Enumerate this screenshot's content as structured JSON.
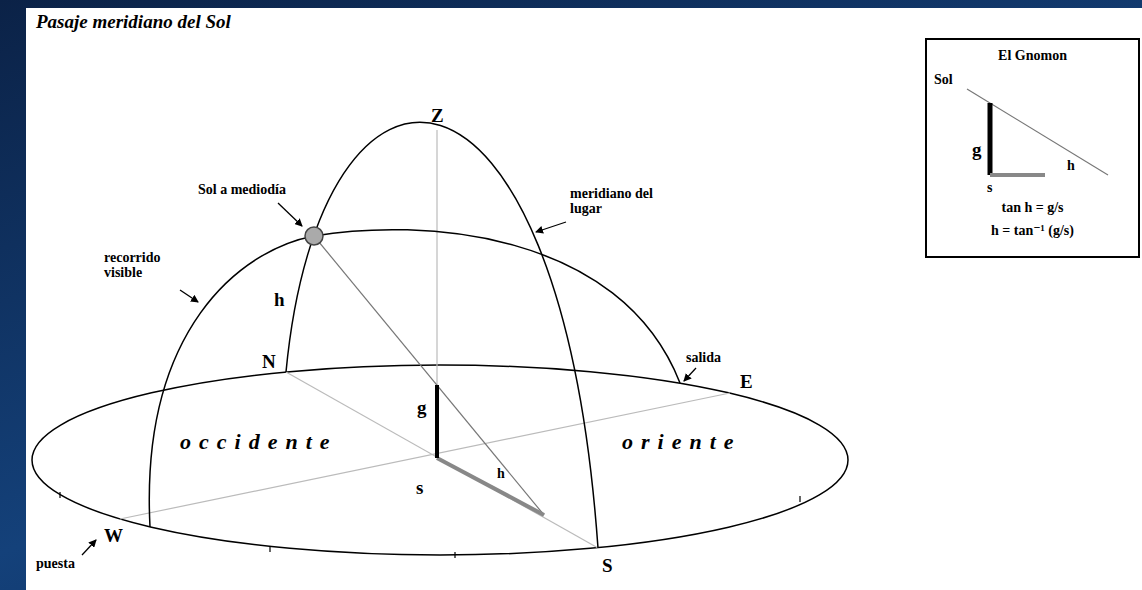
{
  "diagram": {
    "title": "Pasaje meridiano del Sol",
    "nodes": [
      {
        "text": [
          "El Gnomon",
          "Sol",
          "g",
          "h",
          "s",
          "tan h = g/s",
          "h = tan⁻¹ (g/s)"
        ]
      }
    ],
    "labels": [
      "Z",
      "Sol a mediodía",
      "meridiano del lugar",
      "recorrido visible",
      "h",
      "N",
      "salida",
      "E",
      "g",
      "occidente",
      "oriente",
      "h",
      "s",
      "W",
      "puesta",
      "S"
    ]
  }
}
